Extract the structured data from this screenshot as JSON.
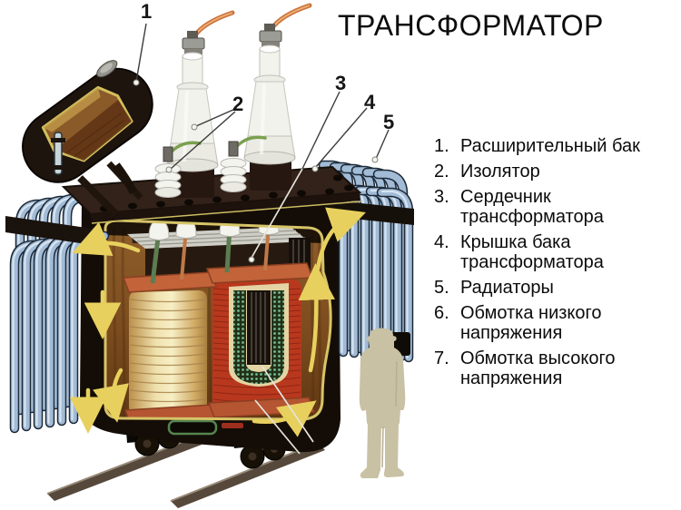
{
  "title": "ТРАНСФОРМАТОР",
  "legend": {
    "items": [
      {
        "num": "1.",
        "text": "Расширительный бак"
      },
      {
        "num": "2.",
        "text": "Изолятор"
      },
      {
        "num": "3.",
        "text": "Сердечник трансформатора"
      },
      {
        "num": "4.",
        "text": "Крышка бака трансформатора"
      },
      {
        "num": "5.",
        "text": "Радиаторы"
      },
      {
        "num": "6.",
        "text": "Обмотка низкого напряжения"
      },
      {
        "num": "7.",
        "text": "Обмотка высокого напряжения"
      }
    ]
  },
  "callouts": {
    "c1": "1",
    "c2": "2",
    "c3": "3",
    "c4": "4",
    "c5": "5"
  },
  "colors": {
    "background": "#ffffff",
    "text": "#0b0b0b",
    "tank_dark": "#140d07",
    "cut_edge_khaki": "#d6c468",
    "interior_brown": "#8a5a2a",
    "radiator_blue": "#a2bbd6",
    "winding_cream": "#f0e3b2",
    "winding_red": "#b8381e",
    "winding_green": "#74bb90",
    "clamp_terracotta": "#c2633a",
    "oil_arrow_yellow": "#e8d05e",
    "porcelain_white": "#f2f2ec",
    "wire_orange": "#c9733f",
    "wire_green": "#7aa050",
    "person_tan": "#c8c1a4"
  }
}
